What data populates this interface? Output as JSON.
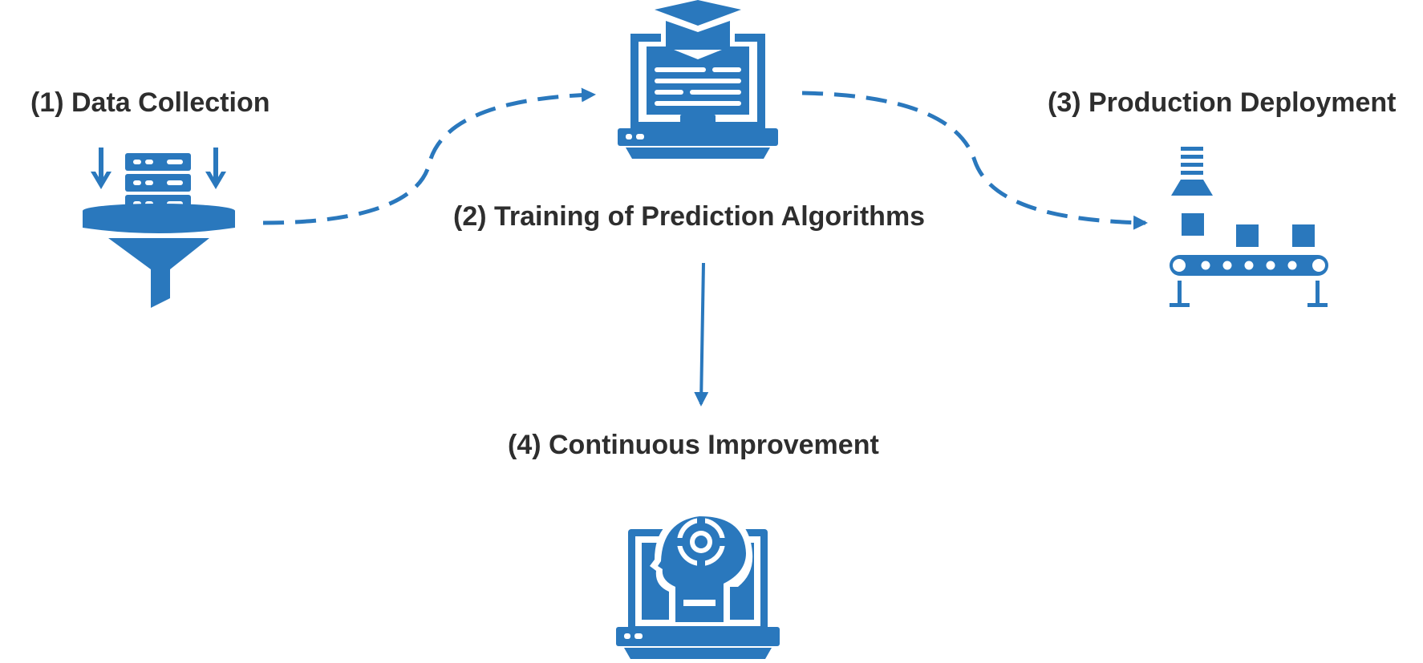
{
  "diagram": {
    "accent_color": "#2a78bd",
    "steps": [
      {
        "label": "(1) Data Collection",
        "icon": "funnel-database-icon"
      },
      {
        "label": "(2) Training of Prediction Algorithms",
        "icon": "graduation-laptop-icon"
      },
      {
        "label": "(3) Production Deployment",
        "icon": "conveyor-belt-icon"
      },
      {
        "label": "(4) Continuous Improvement",
        "icon": "brain-gear-laptop-icon"
      }
    ],
    "connectors": [
      {
        "from": "(1) Data Collection",
        "to": "(2) Training of Prediction Algorithms",
        "style": "dashed"
      },
      {
        "from": "(2) Training of Prediction Algorithms",
        "to": "(3) Production Deployment",
        "style": "dashed"
      },
      {
        "from": "(2) Training of Prediction Algorithms",
        "to": "(4) Continuous Improvement",
        "style": "solid"
      }
    ]
  }
}
